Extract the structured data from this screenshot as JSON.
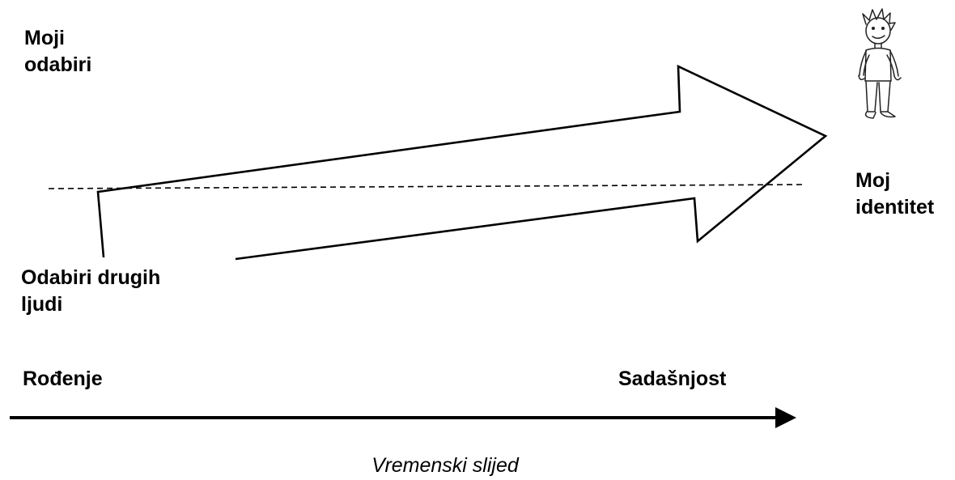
{
  "labels": {
    "my_choices": [
      "Moji",
      "odabiri"
    ],
    "others_choices": [
      "Odabiri drugih",
      "ljudi"
    ],
    "identity": [
      "Moj",
      "identitet"
    ],
    "birth": "Rođenje",
    "present": "Sadašnjost",
    "timeline": "Vremenski slijed"
  },
  "icons": {
    "person": "standing-person-sketch-icon"
  },
  "colors": {
    "stroke": "#000000",
    "background": "#ffffff"
  }
}
